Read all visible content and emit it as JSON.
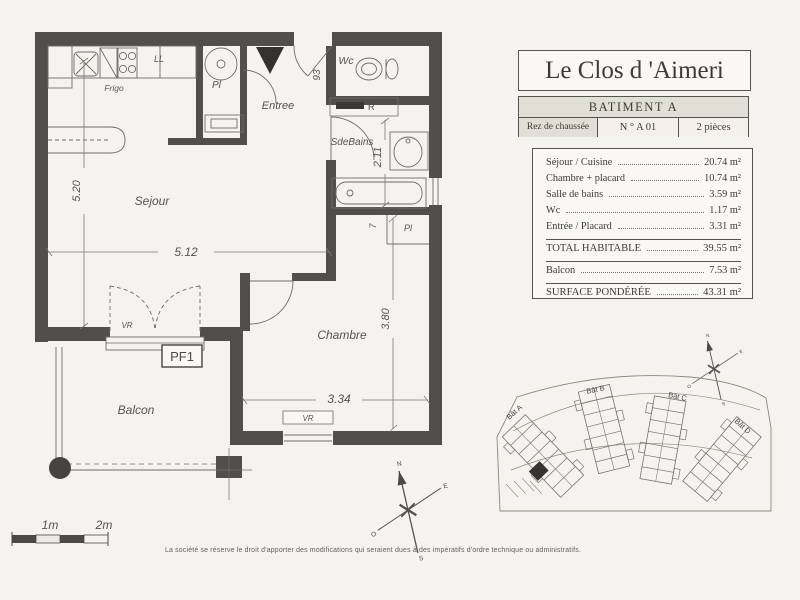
{
  "title_block": {
    "title": "Le Clos d 'Aimeri",
    "building": "BATIMENT A",
    "floor": "Rez de chaussée",
    "unit_number": "N ° A 01",
    "unit_type": "2 pièces"
  },
  "area_table": {
    "rows": [
      {
        "label": "Séjour / Cuisine",
        "value": "20.74 m²"
      },
      {
        "label": "Chambre + placard",
        "value": "10.74 m²"
      },
      {
        "label": "Salle de bains",
        "value": "3.59 m²"
      },
      {
        "label": "Wc",
        "value": "1.17 m²"
      },
      {
        "label": "Entrée / Placard",
        "value": "3.31 m²"
      }
    ],
    "total": {
      "label": "TOTAL HABITABLE",
      "value": "39.55 m²"
    },
    "balcony": {
      "label": "Balcon",
      "value": "7.53 m²"
    },
    "weighted": {
      "label": "SURFACE PONDÉRÉE",
      "value": "43.31 m²"
    }
  },
  "floor_plan": {
    "rooms": {
      "sejour": "Sejour",
      "chambre": "Chambre",
      "balcon": "Balcon",
      "entree": "Entree",
      "sdebains": "SdeBains",
      "wc": "Wc"
    },
    "labels": {
      "frigo": "Frigo",
      "lave_linge": "LL",
      "placard_entree": "Pl",
      "placard_chambre": "Pl",
      "radiateur": "R",
      "volet_sejour": "VR",
      "volet_chambre": "VR",
      "fenetre": "PF1"
    },
    "dimensions": {
      "sejour_height": "5.20",
      "sejour_width": "5.12",
      "bain_height": "2.11",
      "wc_width": "93",
      "chambre_height": "3.80",
      "chambre_width": "3.34",
      "petit": "7"
    }
  },
  "site_plan": {
    "buildings": [
      {
        "label": "Bât A"
      },
      {
        "label": "Bât B"
      },
      {
        "label": "Bât C"
      },
      {
        "label": "Bât D"
      }
    ],
    "compass": {
      "n": "N",
      "s": "S",
      "e": "E",
      "o": "O"
    }
  },
  "scale_bar": {
    "one": "1m",
    "two": "2m"
  },
  "footer": {
    "disclaimer": "La société se réserve le droit d'apporter des modifications qui seraient dues à des impératifs d'ordre technique ou administratifs."
  }
}
